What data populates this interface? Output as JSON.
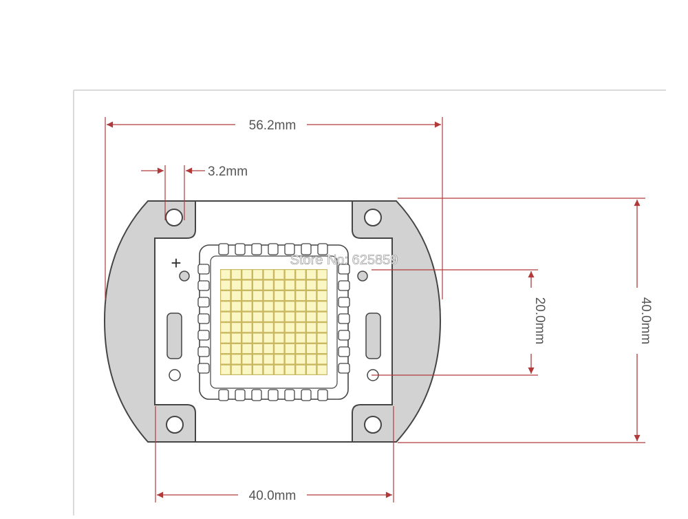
{
  "dimensions": {
    "overall_width": "56.2mm",
    "hole_spacing": "3.2mm",
    "chip_height": "20.0mm",
    "body_height": "40.0mm",
    "body_width": "40.0mm"
  },
  "markings": {
    "polarity": "+"
  },
  "watermark": "Store No: 625859",
  "led_grid": {
    "rows": 10,
    "cols": 10
  },
  "colors": {
    "dimension_line": "#b03a3a",
    "led": "#fbf7c4",
    "led_grid": "#c9b860",
    "substrate": "#d2d2d2",
    "outline": "#444444"
  }
}
